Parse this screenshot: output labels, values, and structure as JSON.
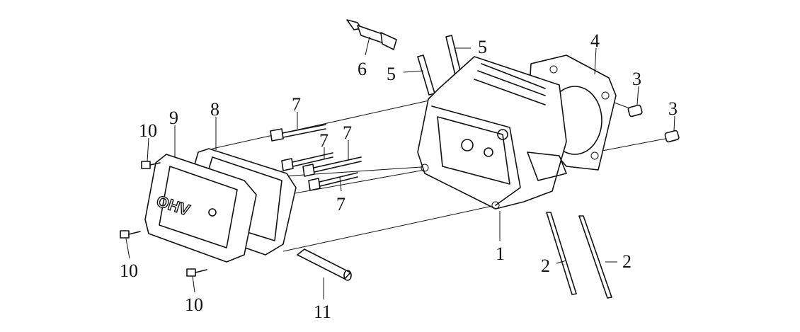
{
  "diagram": {
    "line_color": "#111111",
    "cover_text": "OHV",
    "callouts": [
      {
        "part": "cylinder-head",
        "label": "1"
      },
      {
        "part": "stud-bolt-left",
        "label": "2"
      },
      {
        "part": "stud-bolt-right",
        "label": "2"
      },
      {
        "part": "dowel-pin-upper",
        "label": "3"
      },
      {
        "part": "dowel-pin-lower",
        "label": "3"
      },
      {
        "part": "head-gasket",
        "label": "4"
      },
      {
        "part": "stud-upper",
        "label": "5"
      },
      {
        "part": "stud-lower",
        "label": "5"
      },
      {
        "part": "spark-plug",
        "label": "6"
      },
      {
        "part": "bolt-a",
        "label": "7"
      },
      {
        "part": "bolt-b",
        "label": "7"
      },
      {
        "part": "bolt-c",
        "label": "7"
      },
      {
        "part": "bolt-d",
        "label": "7"
      },
      {
        "part": "cover-gasket",
        "label": "8"
      },
      {
        "part": "valve-cover",
        "label": "9"
      },
      {
        "part": "cover-bolt-top",
        "label": "10"
      },
      {
        "part": "cover-bolt-left",
        "label": "10"
      },
      {
        "part": "cover-bolt-bottom",
        "label": "10"
      },
      {
        "part": "pipe",
        "label": "11"
      }
    ]
  }
}
